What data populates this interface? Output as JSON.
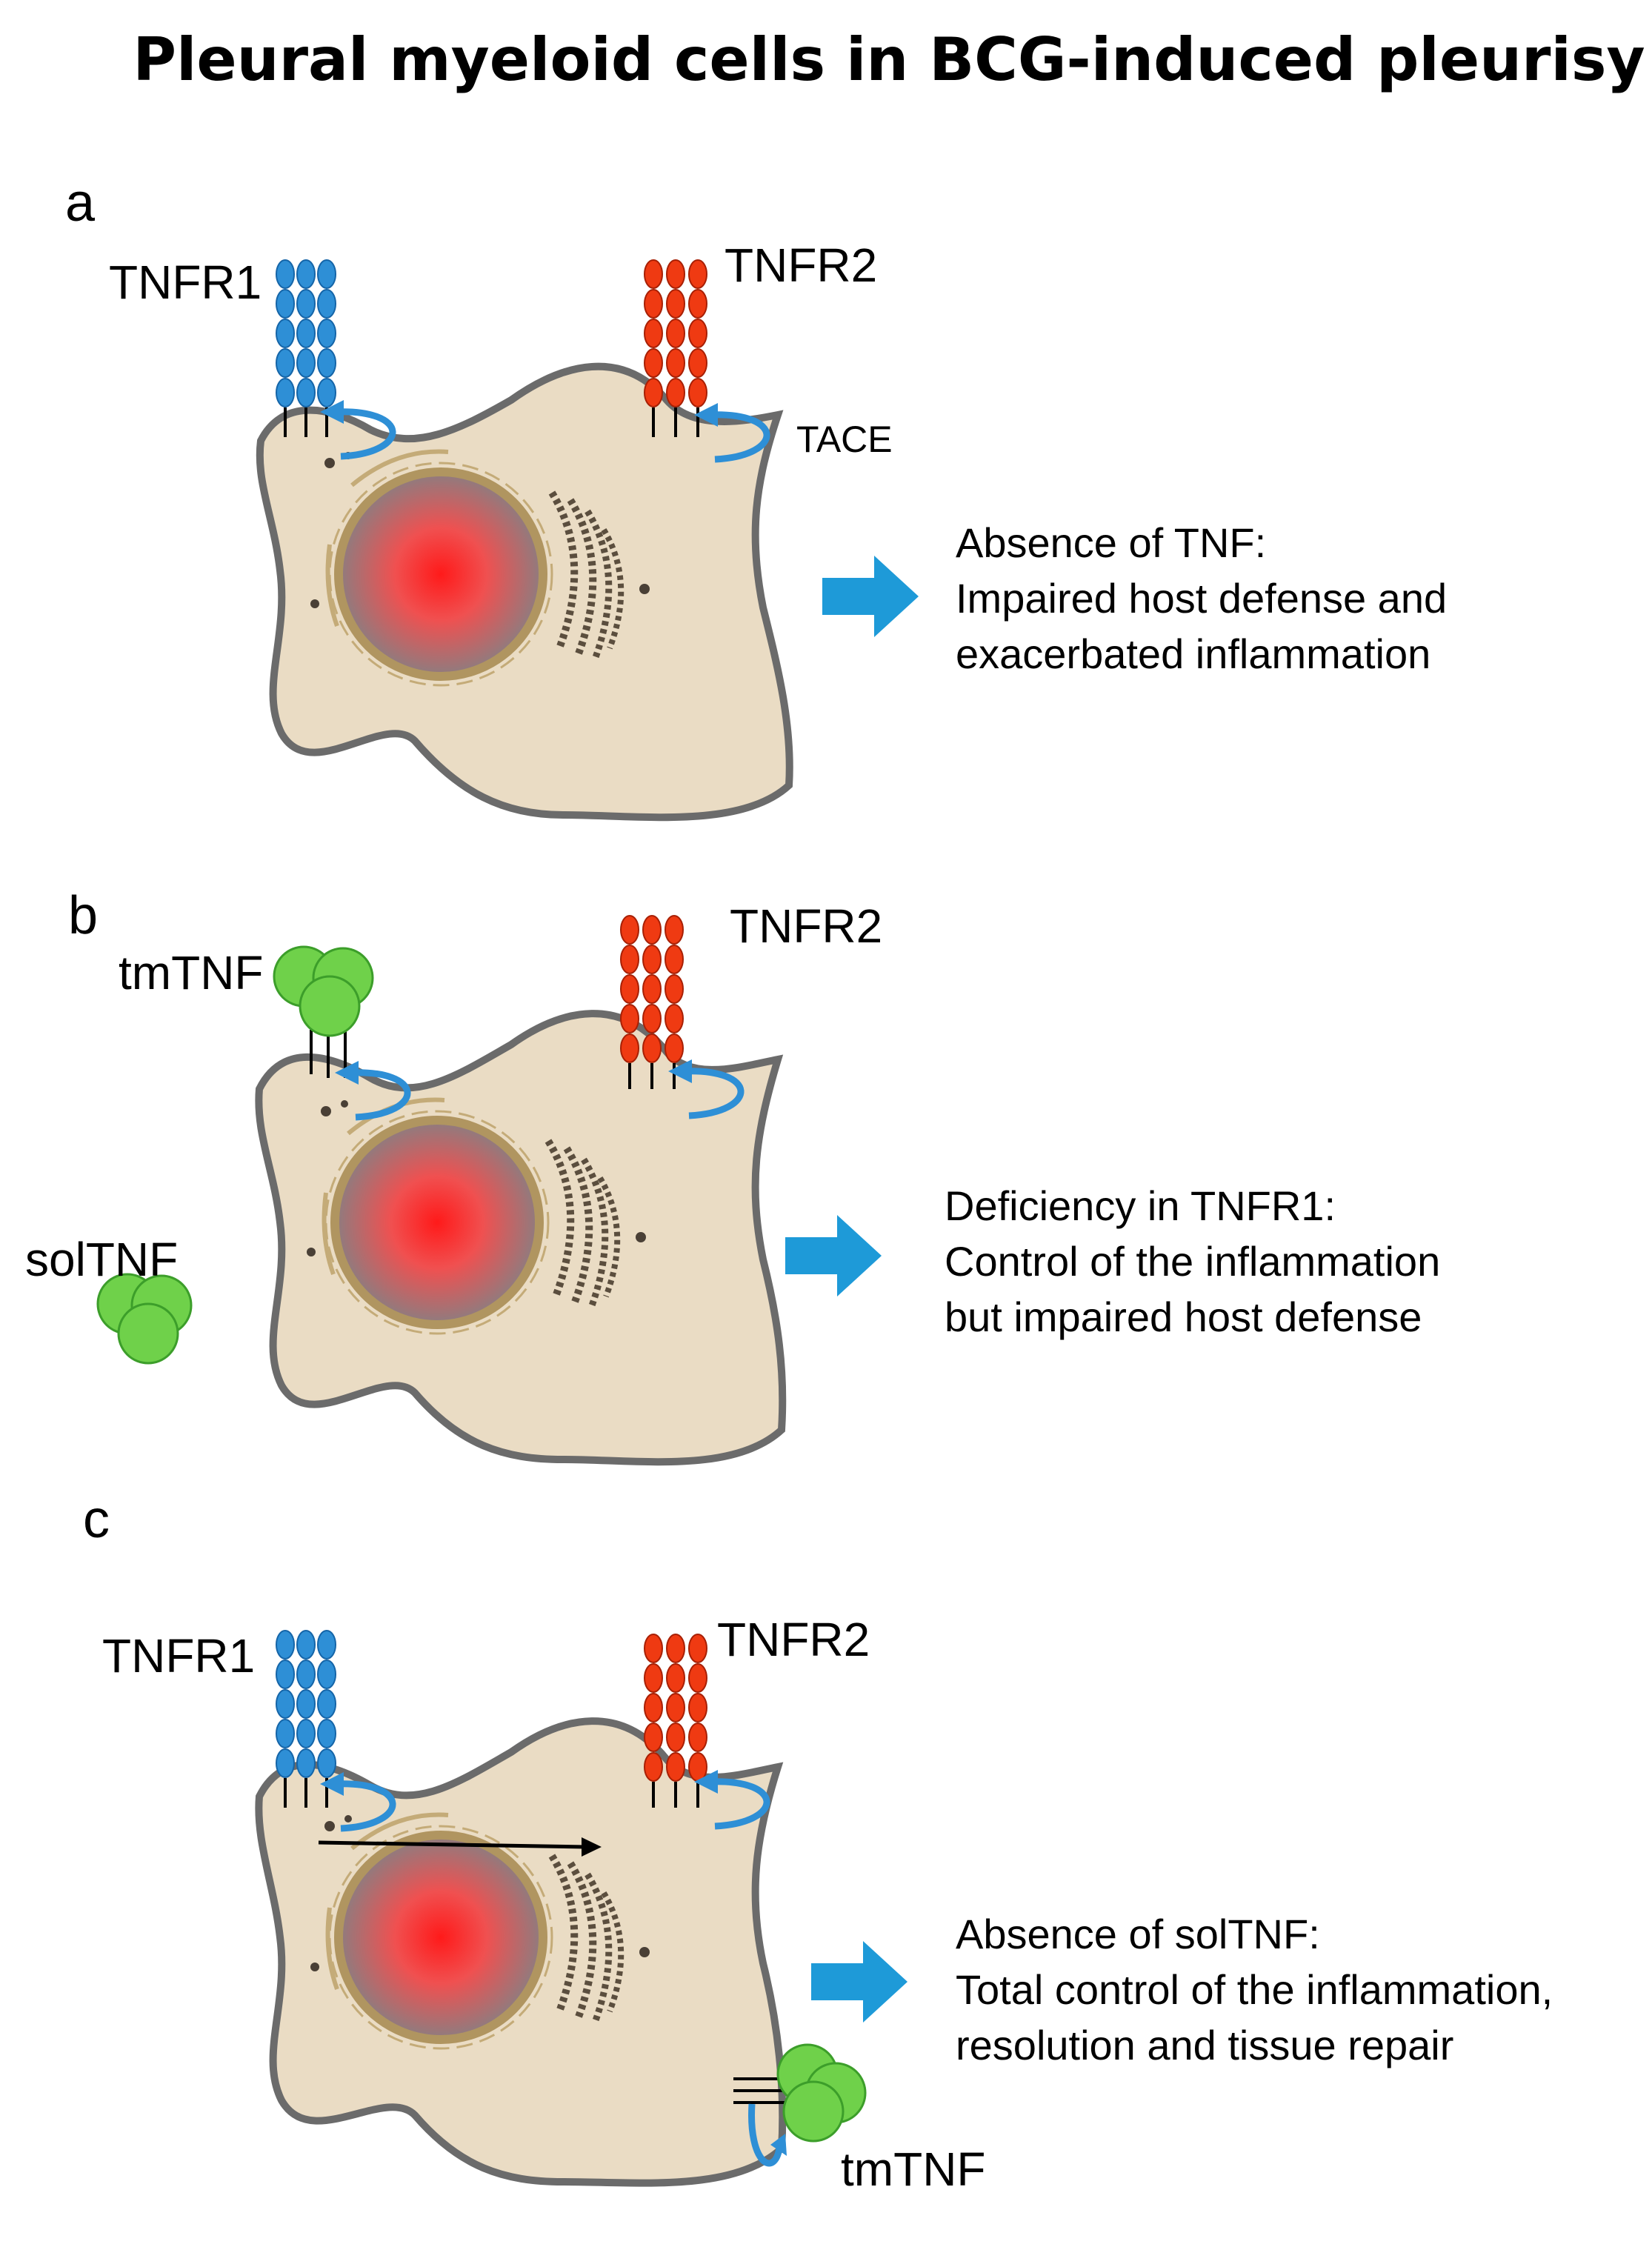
{
  "title": "Pleural myeloid cells in BCG-induced pleurisy",
  "panels": [
    {
      "letter": "a",
      "labels": {
        "tnfr1": "TNFR1",
        "tnfr2": "TNFR2",
        "tace": "TACE"
      },
      "outcome": [
        "Absence of TNF:",
        "Impaired host defense and",
        "exacerbated inflammation"
      ]
    },
    {
      "letter": "b",
      "labels": {
        "tmtnf": "tmTNF",
        "tnfr2": "TNFR2",
        "soltnf": "solTNF"
      },
      "outcome": [
        "Deficiency in TNFR1:",
        "Control of the inflammation",
        "but impaired host defense"
      ]
    },
    {
      "letter": "c",
      "labels": {
        "tnfr1": "TNFR1",
        "tnfr2": "TNFR2",
        "tmtnf": "tmTNF"
      },
      "outcome": [
        "Absence of solTNF:",
        "Total control of the inflammation,",
        "resolution  and tissue repair"
      ]
    }
  ],
  "colors": {
    "tnfr1": "#2e8fd6",
    "tnfr2": "#ef3a12",
    "tnf": "#6fd14a",
    "cell": "#eadcc4",
    "arrow": "#1e9ad8"
  }
}
